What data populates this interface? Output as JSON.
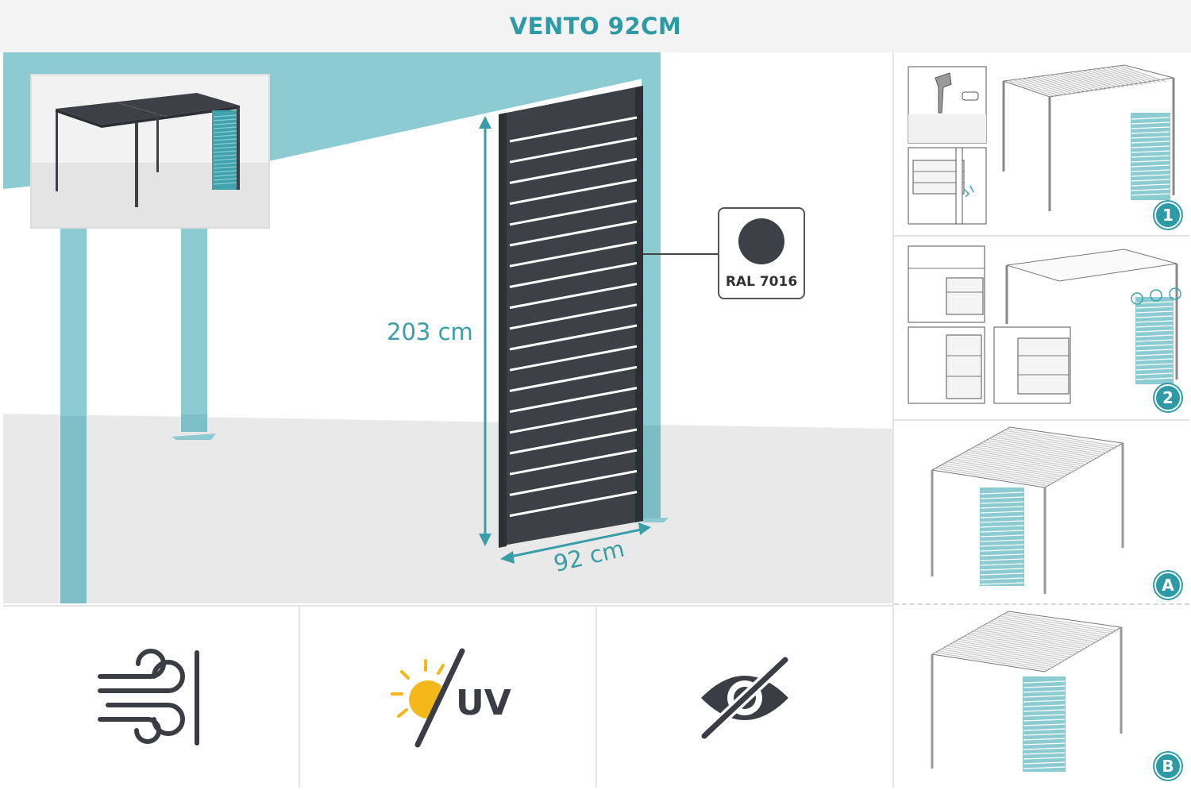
{
  "header": {
    "title": "VENTO 92CM"
  },
  "dimensions": {
    "height_label": "203 cm",
    "width_label": "92 cm"
  },
  "color_swatch": {
    "label": "RAL 7016",
    "hex": "#3d4147"
  },
  "colors": {
    "accent": "#2e9aa6",
    "panel": "#3d4147",
    "wall": "#8ccbd2",
    "floor": "#e9e9e9"
  },
  "features": [
    {
      "icon": "wind-protection-icon"
    },
    {
      "icon": "uv-protection-icon",
      "text": "UV"
    },
    {
      "icon": "privacy-eye-slash-icon"
    }
  ],
  "steps": [
    {
      "badge": "1"
    },
    {
      "badge": "2"
    },
    {
      "badge": "A"
    },
    {
      "badge": "B"
    }
  ]
}
